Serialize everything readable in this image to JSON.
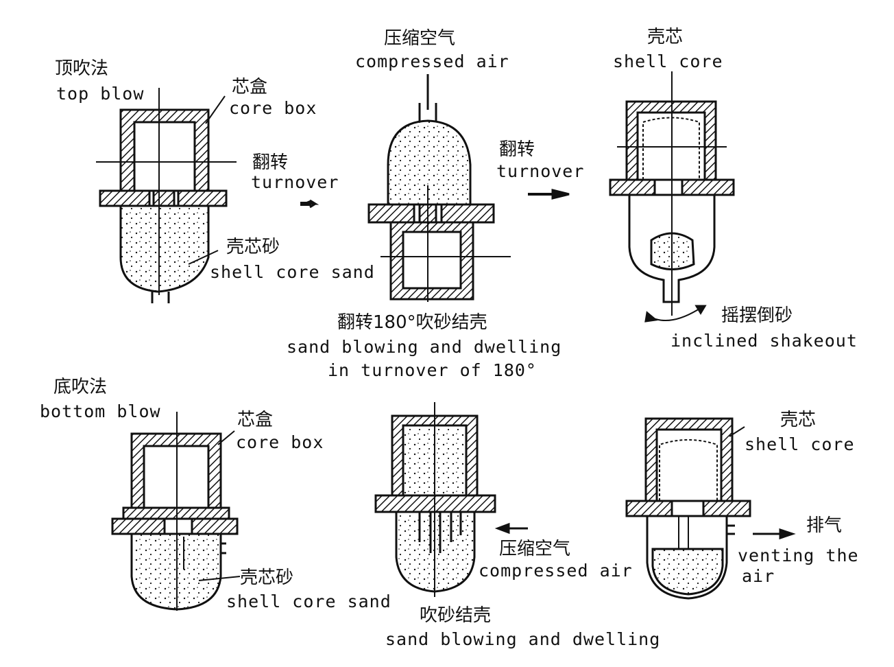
{
  "top": {
    "method_cn": "顶吹法",
    "method_en": "top blow",
    "core_box_cn": "芯盒",
    "core_box_en": "core box",
    "turnover1_cn": "翻转",
    "turnover1_en": "turnover",
    "sand_cn": "壳芯砂",
    "sand_en": "shell core sand",
    "air_cn": "压缩空气",
    "air_en": "compressed air",
    "turnover2_cn": "翻转",
    "turnover2_en": "turnover",
    "step_cn": "翻转180°吹砂结壳",
    "step_en_1": "sand blowing and dwelling",
    "step_en_2": "in turnover of 180°",
    "shell_cn": "壳芯",
    "shell_en": "shell core",
    "shake_cn": "摇摆倒砂",
    "shake_en": "inclined shakeout"
  },
  "bottom": {
    "method_cn": "底吹法",
    "method_en": "bottom blow",
    "core_box_cn": "芯盒",
    "core_box_en": "core box",
    "sand_cn": "壳芯砂",
    "sand_en": "shell core sand",
    "step_cn": "吹砂结壳",
    "step_en": "sand blowing and dwelling",
    "air_cn": "压缩空气",
    "air_en": "compressed air",
    "shell_cn": "壳芯",
    "shell_en": "shell core",
    "vent_cn": "排气",
    "vent_en_1": "venting the",
    "vent_en_2": "air"
  }
}
